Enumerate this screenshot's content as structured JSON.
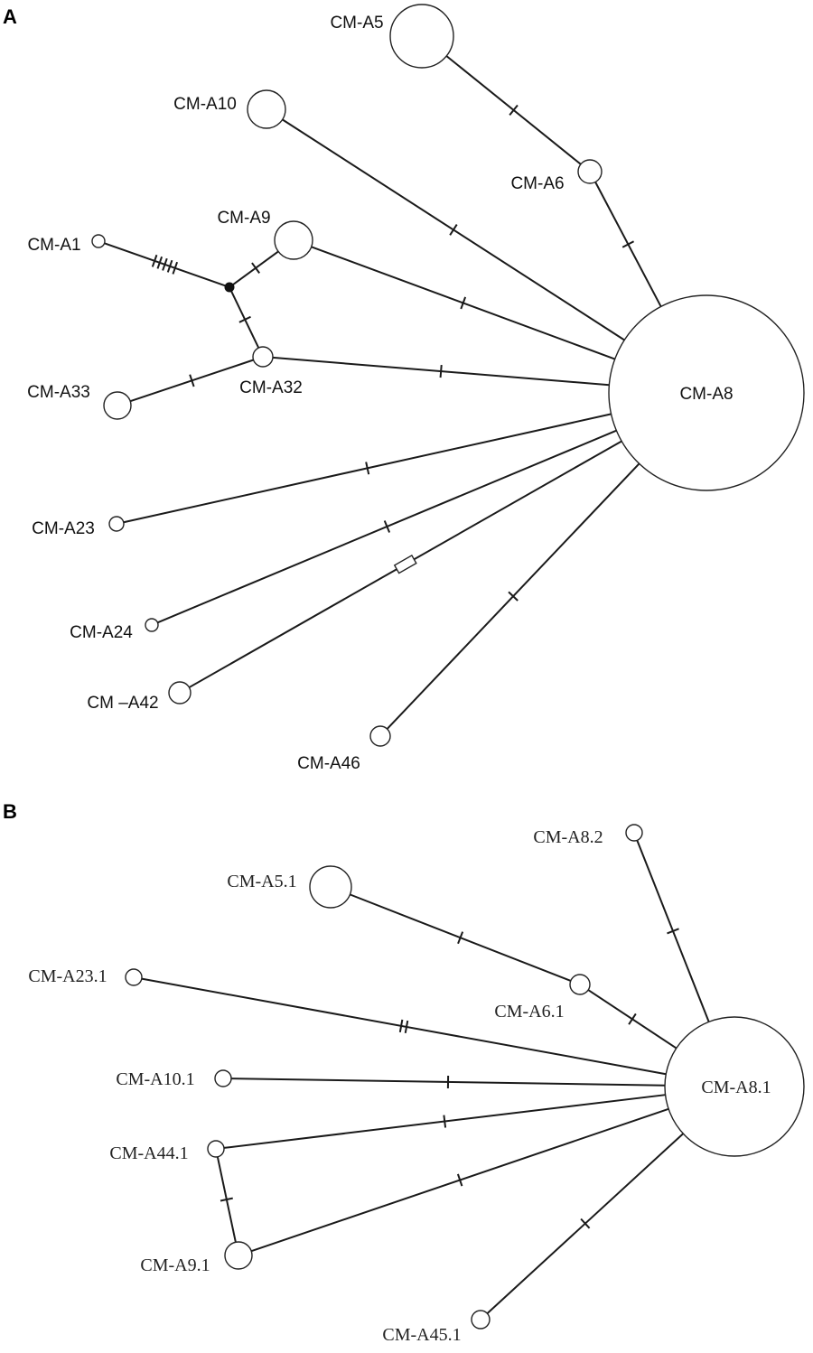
{
  "panels": [
    {
      "id": "A",
      "label": "A",
      "nodes": [
        {
          "id": "CM-A8",
          "label": "CM-A8",
          "size": "large"
        },
        {
          "id": "CM-A5",
          "label": "CM-A5",
          "size": "medium"
        },
        {
          "id": "CM-A6",
          "label": "CM-A6",
          "size": "small"
        },
        {
          "id": "CM-A10",
          "label": "CM-A10",
          "size": "medium"
        },
        {
          "id": "CM-A9",
          "label": "CM-A9",
          "size": "medium"
        },
        {
          "id": "CM-A1",
          "label": "CM-A1",
          "size": "tiny"
        },
        {
          "id": "CM-A33",
          "label": "CM-A33",
          "size": "small"
        },
        {
          "id": "CM-A32",
          "label": "CM-A32",
          "size": "small"
        },
        {
          "id": "CM-A23",
          "label": "CM-A23",
          "size": "tiny"
        },
        {
          "id": "CM-A24",
          "label": "CM-A24",
          "size": "tiny"
        },
        {
          "id": "CM-A42",
          "label": "CM –A42",
          "size": "small"
        },
        {
          "id": "CM-A46",
          "label": "CM-A46",
          "size": "small"
        },
        {
          "id": "mv",
          "label": "",
          "size": "median"
        }
      ],
      "edges": [
        {
          "from": "CM-A5",
          "to": "CM-A6",
          "mutations": 1
        },
        {
          "from": "CM-A6",
          "to": "CM-A8",
          "mutations": 1
        },
        {
          "from": "CM-A10",
          "to": "CM-A8",
          "mutations": 1
        },
        {
          "from": "CM-A9",
          "to": "CM-A8",
          "mutations": 1
        },
        {
          "from": "CM-A32",
          "to": "CM-A8",
          "mutations": 1
        },
        {
          "from": "CM-A23",
          "to": "CM-A8",
          "mutations": 1
        },
        {
          "from": "CM-A24",
          "to": "CM-A8",
          "mutations": 1
        },
        {
          "from": "CM-A42",
          "to": "CM-A8",
          "mutations": 1,
          "marker": "box"
        },
        {
          "from": "CM-A46",
          "to": "CM-A8",
          "mutations": 1
        },
        {
          "from": "CM-A1",
          "to": "mv",
          "mutations": 5
        },
        {
          "from": "mv",
          "to": "CM-A9",
          "mutations": 1
        },
        {
          "from": "mv",
          "to": "CM-A32",
          "mutations": 1
        },
        {
          "from": "CM-A33",
          "to": "CM-A32",
          "mutations": 1
        }
      ]
    },
    {
      "id": "B",
      "label": "B",
      "nodes": [
        {
          "id": "CM-A8.1",
          "label": "CM-A8.1",
          "size": "large"
        },
        {
          "id": "CM-A8.2",
          "label": "CM-A8.2",
          "size": "tiny"
        },
        {
          "id": "CM-A5.1",
          "label": "CM-A5.1",
          "size": "medium"
        },
        {
          "id": "CM-A6.1",
          "label": "CM-A6.1",
          "size": "tiny"
        },
        {
          "id": "CM-A23.1",
          "label": "CM-A23.1",
          "size": "tiny"
        },
        {
          "id": "CM-A10.1",
          "label": "CM-A10.1",
          "size": "tiny"
        },
        {
          "id": "CM-A44.1",
          "label": "CM-A44.1",
          "size": "tiny"
        },
        {
          "id": "CM-A9.1",
          "label": "CM-A9.1",
          "size": "small"
        },
        {
          "id": "CM-A45.1",
          "label": "CM-A45.1",
          "size": "tiny"
        }
      ],
      "edges": [
        {
          "from": "CM-A8.2",
          "to": "CM-A8.1",
          "mutations": 1
        },
        {
          "from": "CM-A5.1",
          "to": "CM-A6.1",
          "mutations": 1
        },
        {
          "from": "CM-A6.1",
          "to": "CM-A8.1",
          "mutations": 1
        },
        {
          "from": "CM-A23.1",
          "to": "CM-A8.1",
          "mutations": 2
        },
        {
          "from": "CM-A10.1",
          "to": "CM-A8.1",
          "mutations": 1
        },
        {
          "from": "CM-A44.1",
          "to": "CM-A8.1",
          "mutations": 1
        },
        {
          "from": "CM-A9.1",
          "to": "CM-A8.1",
          "mutations": 1
        },
        {
          "from": "CM-A44.1",
          "to": "CM-A9.1",
          "mutations": 1
        },
        {
          "from": "CM-A45.1",
          "to": "CM-A8.1",
          "mutations": 1
        }
      ]
    }
  ]
}
